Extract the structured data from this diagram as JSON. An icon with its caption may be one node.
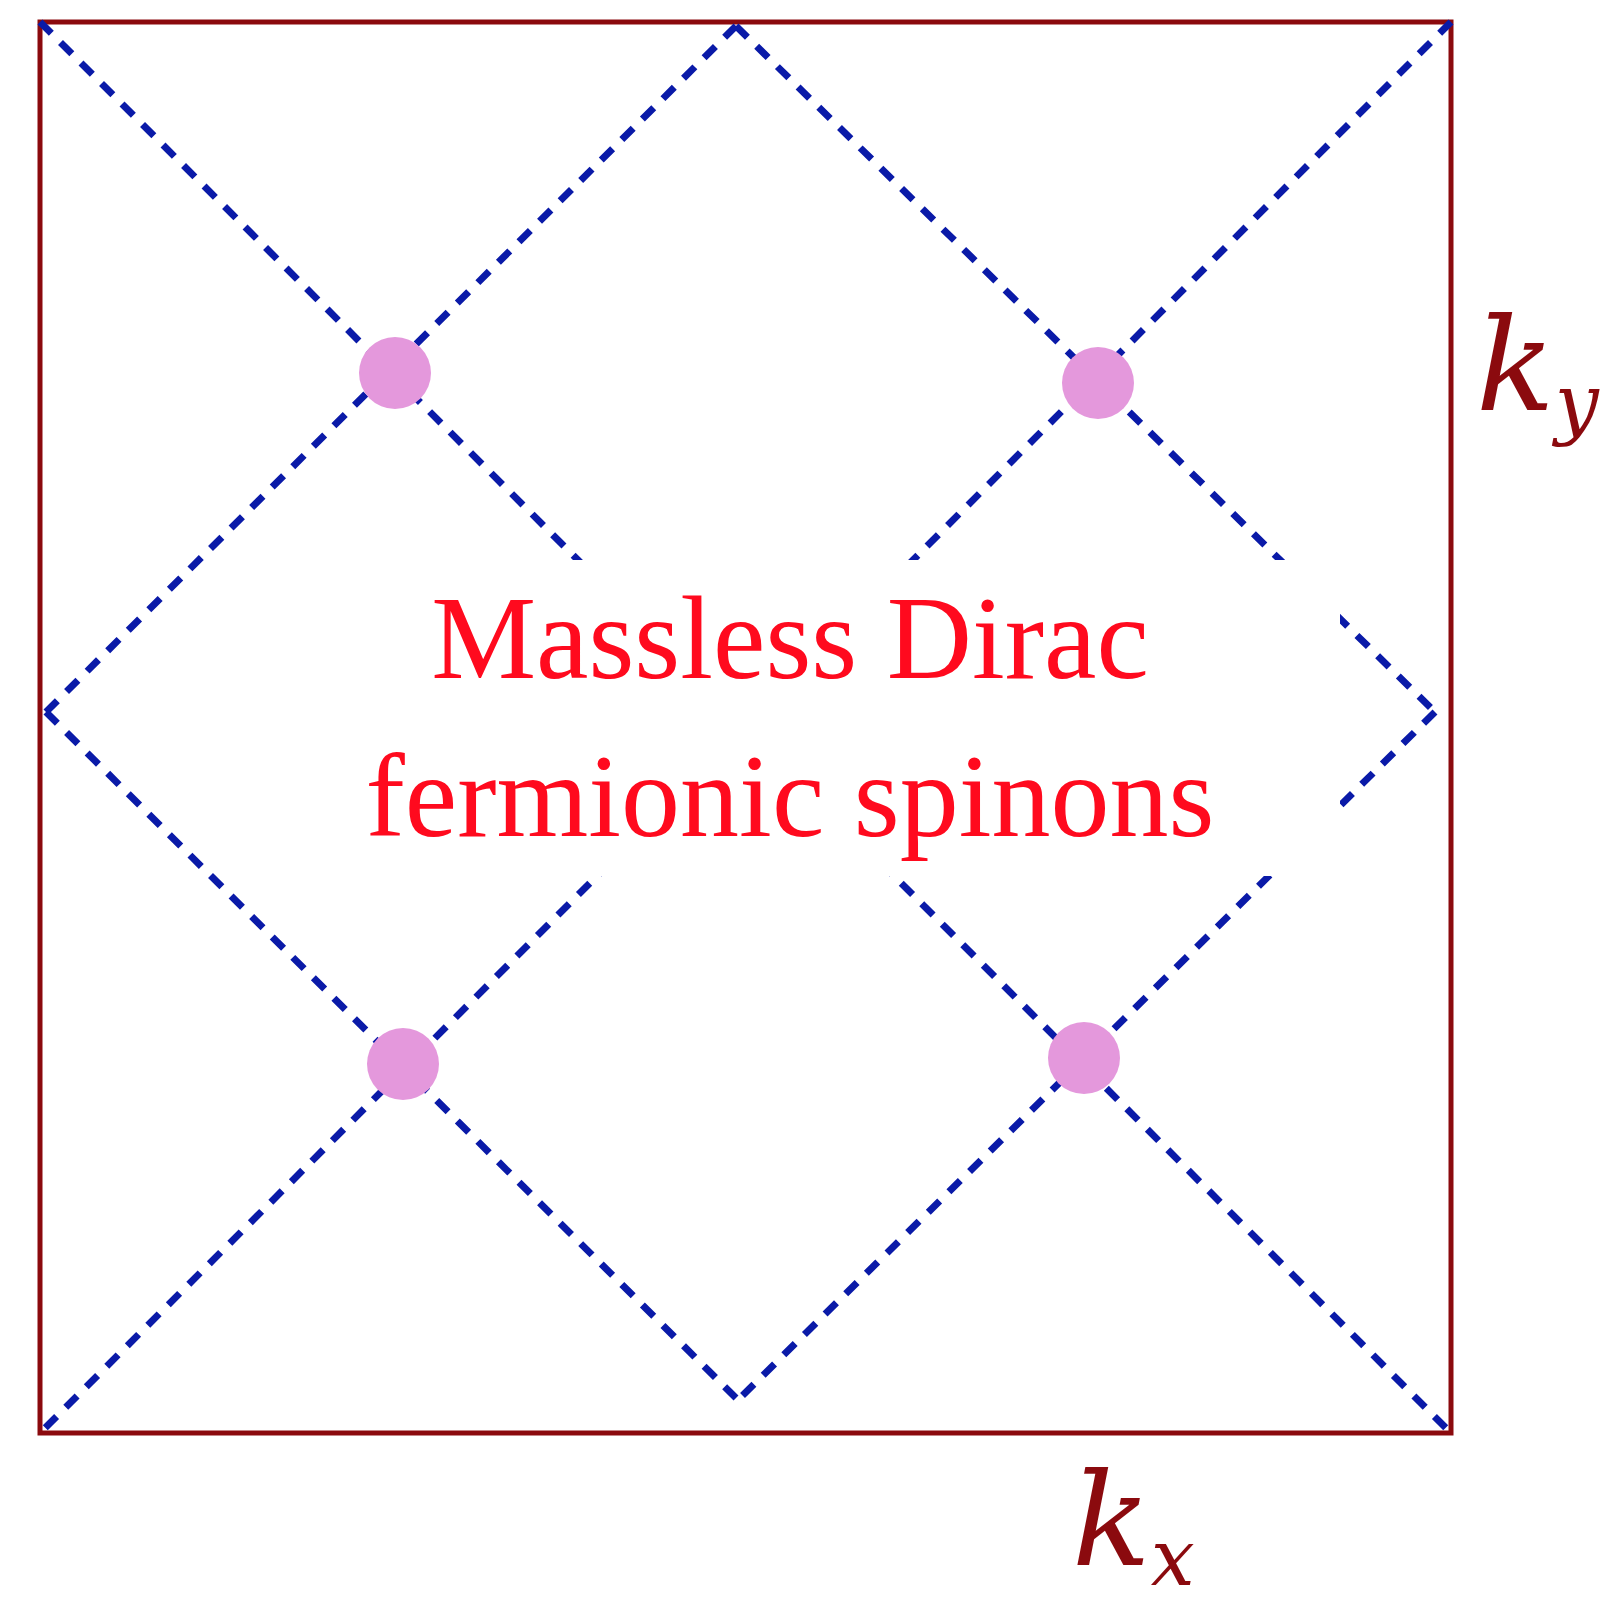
{
  "diagram": {
    "labels": [
      "Massless Dirac fermionic spinons",
      "k$_{y}$",
      "k$_{x}$"
    ]
  }
}
